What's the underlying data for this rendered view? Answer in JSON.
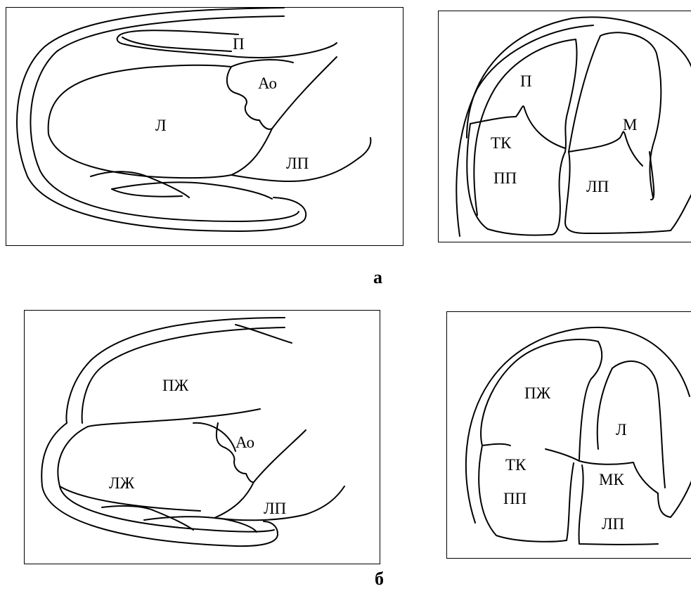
{
  "figures": {
    "a": {
      "caption": "а",
      "long_axis": {
        "rv": "П",
        "ao": "Ао",
        "lv": "Л",
        "la": "ЛП"
      },
      "four_chamber": {
        "rv": "П",
        "tv": "ТК",
        "ra": "ПП",
        "mv": "М",
        "la": "ЛП"
      }
    },
    "b": {
      "caption": "б",
      "long_axis": {
        "rv": "ПЖ",
        "ao": "Ао",
        "lv": "ЛЖ",
        "la": "ЛП"
      },
      "four_chamber": {
        "rv": "ПЖ",
        "lv": "Л",
        "tv": "ТК",
        "mv": "МК",
        "ra": "ПП",
        "la": "ЛП"
      }
    }
  }
}
